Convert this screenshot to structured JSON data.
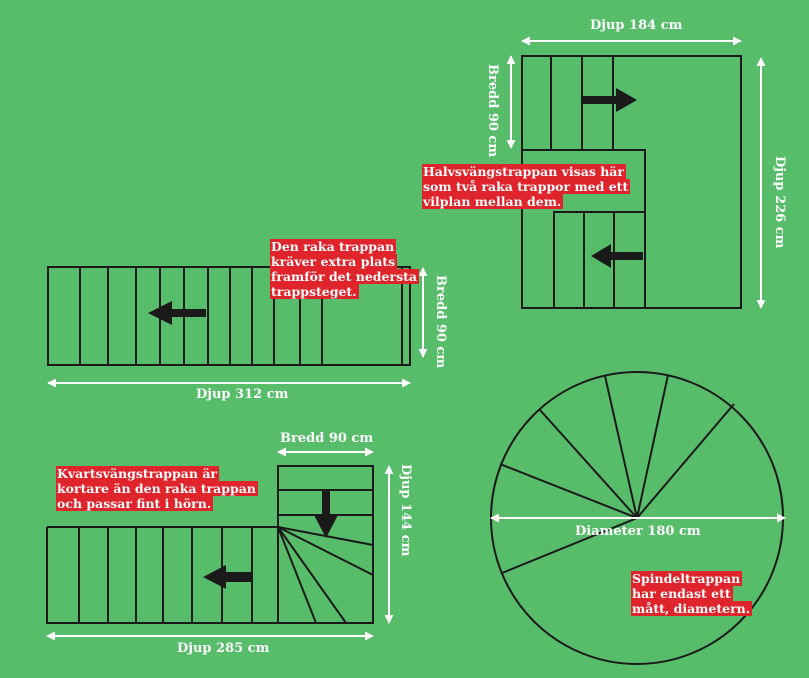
{
  "colors": {
    "background": "#57bd6b",
    "lines": "#1a1a1a",
    "dimension_text": "#ffffff",
    "note_background": "#e0242b"
  },
  "half_turn": {
    "depth_top": "Djup 184 cm",
    "width_left": "Bredd 90 cm",
    "depth_right": "Djup 226 cm",
    "note": [
      "Halvsvängstrappan visas här",
      "som två raka trappor med ett",
      "vilplan mellan dem."
    ]
  },
  "straight": {
    "width_right": "Bredd 90 cm",
    "depth_bottom": "Djup 312 cm",
    "note": [
      "Den raka trappan",
      "kräver extra plats",
      "framför det nedersta",
      "trappsteget."
    ]
  },
  "quarter_turn": {
    "width_top": "Bredd 90 cm",
    "depth_right": "Djup 144 cm",
    "depth_bottom": "Djup 285 cm",
    "note": [
      "Kvartsvängstrappan är",
      "kortare än den raka trappan",
      "och passar fint i hörn."
    ]
  },
  "spiral": {
    "diameter": "Diameter 180 cm",
    "note": [
      "Spindeltrappan",
      "har endast ett",
      "mått, diametern."
    ]
  }
}
